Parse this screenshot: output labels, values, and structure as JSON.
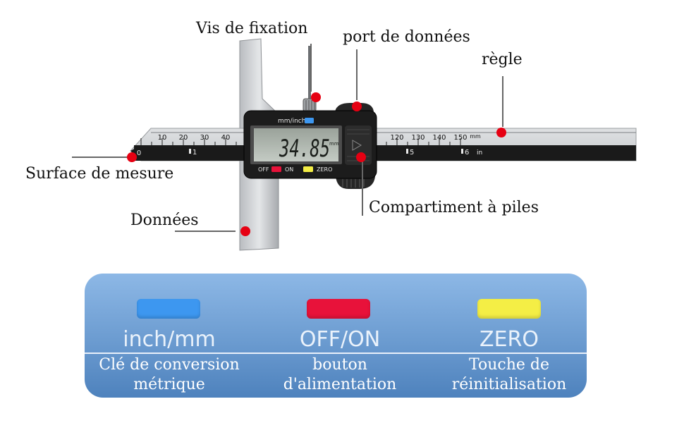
{
  "callouts": {
    "screw": "Vis de fixation",
    "data_port": "port de données",
    "ruler": "règle",
    "measuring_surface": "Surface de mesure",
    "battery": "Compartiment à piles",
    "data": "Données"
  },
  "device": {
    "display_value": "34.85",
    "display_unit": "mm",
    "unit_toggle": "mm/inch",
    "off_on": "OFF",
    "on": "ON",
    "zero": "ZERO",
    "scale_mm": [
      "0",
      "10",
      "20",
      "30",
      "40",
      "120",
      "130",
      "140",
      "150"
    ],
    "scale_mm_unit": "mm",
    "scale_in": [
      "1",
      "5",
      "6"
    ],
    "scale_in_unit": "in"
  },
  "legend": {
    "keys": [
      {
        "label": "inch/mm",
        "color": "#3d97f0",
        "desc_line1": "Clé de conversion",
        "desc_line2": "métrique"
      },
      {
        "label": "OFF/ON",
        "color": "#e8123a",
        "desc_line1": "bouton",
        "desc_line2": "d'alimentation"
      },
      {
        "label": "ZERO",
        "color": "#f4ee45",
        "desc_line1": "Touche de",
        "desc_line2": "réinitialisation"
      }
    ]
  }
}
